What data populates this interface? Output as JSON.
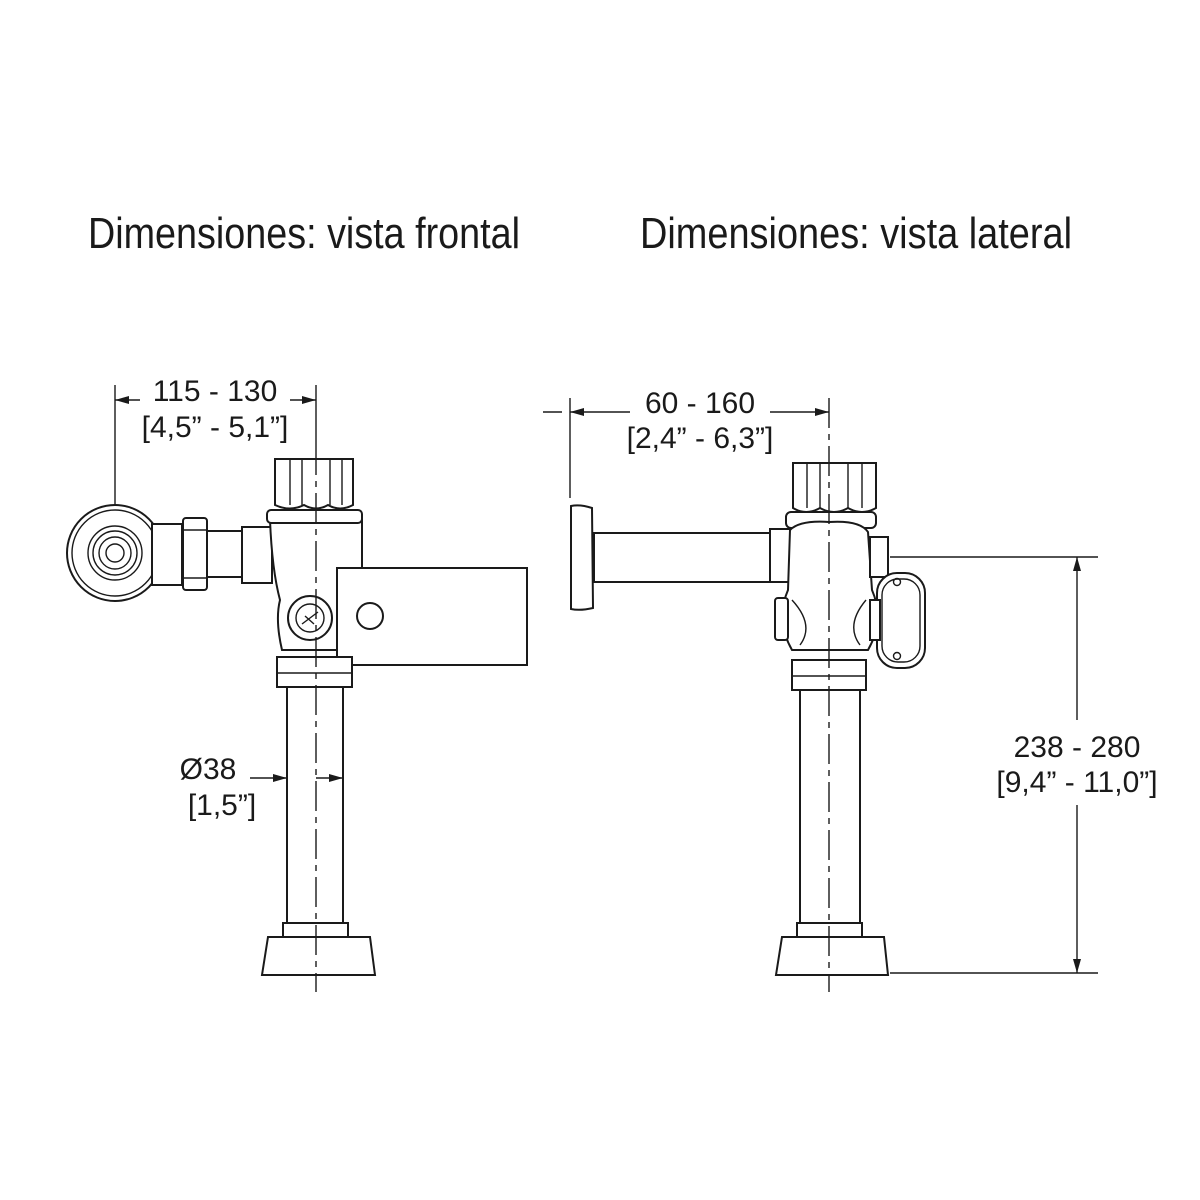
{
  "front_view": {
    "title": "Dimensiones: vista frontal",
    "width_dim": {
      "mm": "115 - 130",
      "in": "[4,5” - 5,1”]"
    },
    "pipe_dim": {
      "mm": "Ø38",
      "in": "[1,5”]"
    }
  },
  "side_view": {
    "title": "Dimensiones: vista lateral",
    "depth_dim": {
      "mm": "60 - 160",
      "in": "[2,4” - 6,3”]"
    },
    "height_dim": {
      "mm": "238 - 280",
      "in": "[9,4” - 11,0”]"
    }
  }
}
